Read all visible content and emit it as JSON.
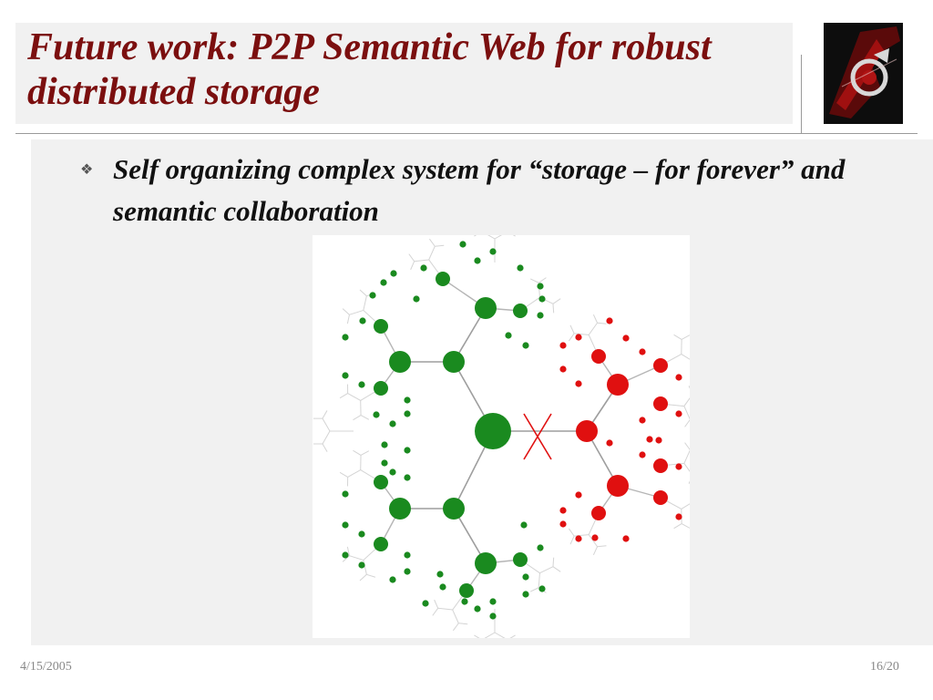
{
  "slide": {
    "title": "Future work: P2P Semantic Web for robust  distributed storage",
    "bullet": "Self organizing complex system for “storage – for forever” and semantic collaboration"
  },
  "footer": {
    "date": "4/15/2005",
    "page": "16/20"
  },
  "icons": {
    "bullet": "diamond-bullet-icon",
    "logo": "institution-logo",
    "cut_link": "red-x-mark"
  },
  "colors": {
    "title": "#7b0f0f",
    "green_nodes": "#1a8a1f",
    "red_nodes": "#e01010",
    "background_panel": "#f1f1f1"
  }
}
